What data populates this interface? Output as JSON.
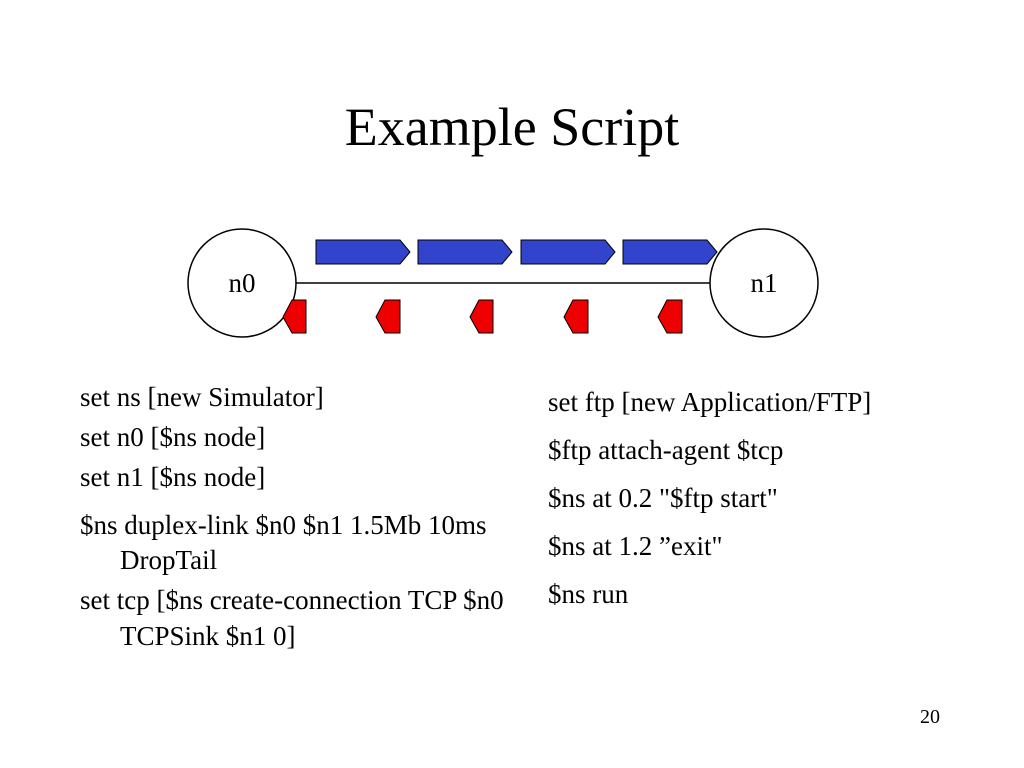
{
  "slide": {
    "title": "Example Script",
    "page_number": "20"
  },
  "diagram": {
    "nodes": [
      {
        "label": "n0"
      },
      {
        "label": "n1"
      }
    ],
    "packet_colors": {
      "forward": "#3344cc",
      "reverse": "#ee0000"
    }
  },
  "code_left": [
    "set ns [new Simulator]",
    "set n0 [$ns node]",
    "set n1 [$ns node]",
    "$ns duplex-link $n0 $n1 1.5Mb 10ms DropTail",
    "set tcp [$ns create-connection TCP $n0 TCPSink $n1 0]"
  ],
  "code_right": [
    "set ftp [new Application/FTP]",
    "$ftp attach-agent $tcp",
    "$ns at 0.2 \"$ftp start\"",
    "$ns at 1.2 ”exit\"",
    "$ns run"
  ]
}
